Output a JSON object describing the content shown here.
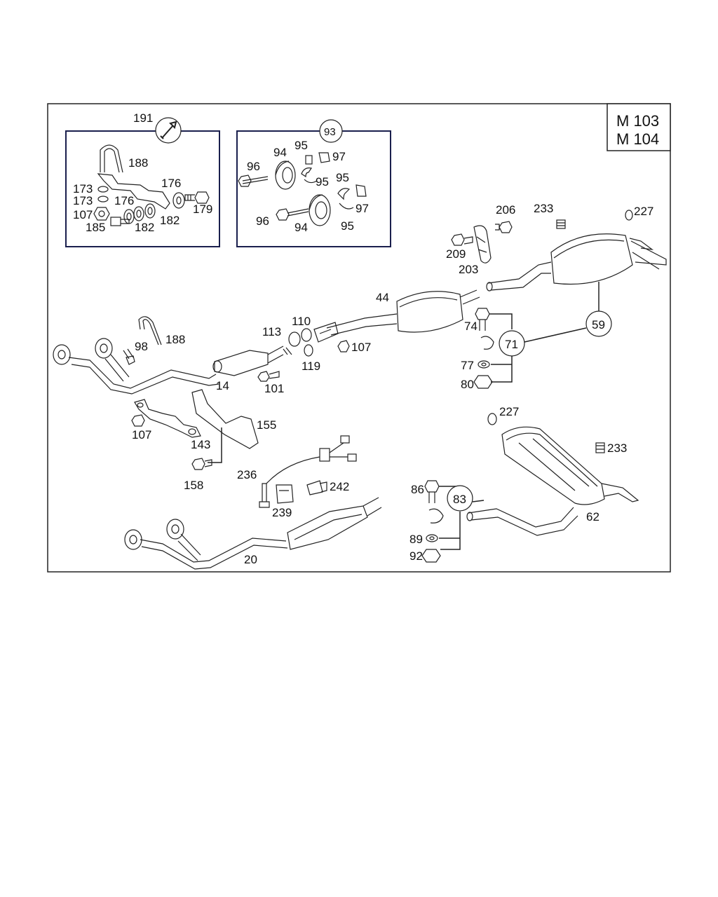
{
  "model_codes": [
    "M 103",
    "M 104"
  ],
  "callouts": {
    "c191": "191",
    "c93": "93",
    "c188a": "188",
    "c173a": "173",
    "c173b": "173",
    "c176a": "176",
    "c176b": "176",
    "c107a": "107",
    "c185": "185",
    "c182a": "182",
    "c182b": "182",
    "c179": "179",
    "c96a": "96",
    "c94a": "94",
    "c95a": "95",
    "c97a": "97",
    "c95b": "95",
    "c95c": "95",
    "c97b": "97",
    "c96b": "96",
    "c94b": "94",
    "c95d": "95",
    "c206": "206",
    "c233a": "233",
    "c227a": "227",
    "c209": "209",
    "c203": "203",
    "c44": "44",
    "c110": "110",
    "c113": "113",
    "c107b": "107",
    "c119": "119",
    "c74": "74",
    "c71": "71",
    "c59": "59",
    "c77": "77",
    "c80": "80",
    "c98": "98",
    "c188b": "188",
    "c14": "14",
    "c101": "101",
    "c155": "155",
    "c107c": "107",
    "c143": "143",
    "c158": "158",
    "c236": "236",
    "c242": "242",
    "c239": "239",
    "c227b": "227",
    "c233b": "233",
    "c86": "86",
    "c83": "83",
    "c89": "89",
    "c92": "92",
    "c62": "62",
    "c20": "20"
  }
}
